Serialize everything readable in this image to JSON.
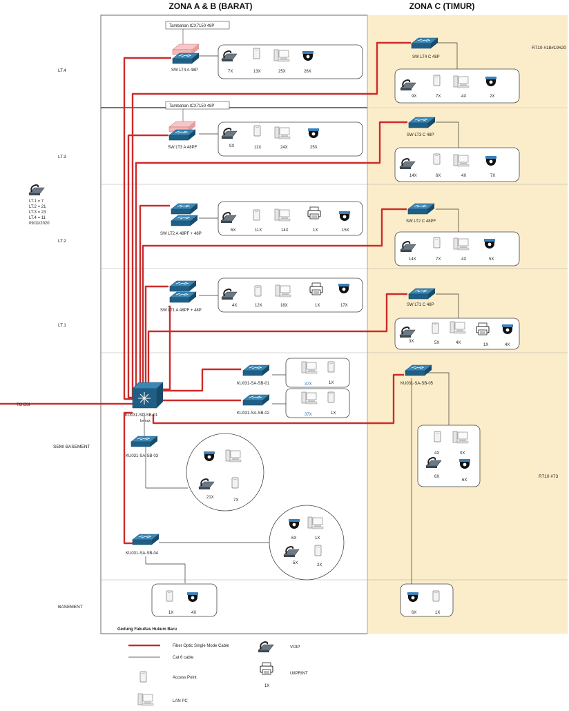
{
  "headers": {
    "zone_ab": "ZONA A & B (BARAT)",
    "zone_c": "ZONA C (TIMUR)"
  },
  "floors": {
    "lt4": "LT.4",
    "lt3": "LT.3",
    "lt2": "LT.2",
    "lt1": "LT.1",
    "semi": "SEMI BASEMENT",
    "basement": "BASEMENT"
  },
  "side_notes": {
    "r710_top": "R710 #18#19#20",
    "r710_mid": "R710 #73"
  },
  "voip_summary": [
    "LT.1 = 7",
    "LT.2 = 21",
    "LT.3 = 23",
    "LT.4 = 11",
    "09/11/2020"
  ],
  "to_bsi": "TO BSI",
  "building": "Gedung Fakultas Hukum Baru",
  "notes": {
    "add_lt4": "Tambahan ICX7150 48P",
    "add_lt3": "Tambahan ICX7150 48P"
  },
  "switches": {
    "lt4a": "SW LT4 A  48P",
    "lt3a": "SW LT3 A 48PF",
    "lt2a": "SW LT2 A 48PF + 48P",
    "lt1a": "SW LT1 A 48PF + 48P",
    "lt4c": "SW LT4 C 48P",
    "lt3c": "SW LT3 C 48P",
    "lt2c": "SW LT2 C 48PF",
    "lt1c": "SW LT1 C 48P",
    "core": "KU031-SD-SB-01",
    "core_sub": "bvmax",
    "sb01": "KU031-SA-SB-01",
    "sb02": "KU031-SA-SB-02",
    "sb03": "KU031-SA-SB-03",
    "sb04": "KU031-SA-SB-04",
    "sb05": "KU031-SA-SB-05"
  },
  "counts": {
    "lt4a": [
      "7X",
      "13X",
      "25X",
      "26X"
    ],
    "lt3a": [
      "9X",
      "11X",
      "24X",
      "25X"
    ],
    "lt2a": [
      "6X",
      "11X",
      "14X",
      "1X",
      "15X"
    ],
    "lt1a": [
      "4X",
      "12X",
      "18X",
      "1X",
      "17X"
    ],
    "lt4c": [
      "9X",
      "7X",
      "4X",
      "2X"
    ],
    "lt3c": [
      "14X",
      "6X",
      "4X",
      "7X"
    ],
    "lt2c": [
      "14X",
      "7X",
      "4X",
      "5X"
    ],
    "lt1c": [
      "3X",
      "5X",
      "4X",
      "1X",
      "4X"
    ],
    "sb01": [
      "37X",
      "1X"
    ],
    "sb02": [
      "37X",
      "1X"
    ],
    "sb03": [
      "21X",
      "7X"
    ],
    "sb04": [
      "6X",
      "1X",
      "5X",
      "2X"
    ],
    "sb05": [
      "4X",
      "0X",
      "6X",
      "6X"
    ],
    "bas_ab": [
      "1X",
      "4X"
    ],
    "bas_c": [
      "6X",
      "1X"
    ]
  },
  "legend": {
    "fiber": "Fiber Optic Single Mode Cable",
    "cat6": "Cat 6 cable",
    "voip": "VOIP",
    "ap": "Access Point",
    "print": "UIIPRINT",
    "print_count": "1X",
    "pc": "LAN PC"
  },
  "colors": {
    "fiber": "#cc2b2b",
    "zone_c_bg": "#fbedc9",
    "switch_blue": "#1f5f86",
    "switch_pink": "#f4b7b7"
  }
}
